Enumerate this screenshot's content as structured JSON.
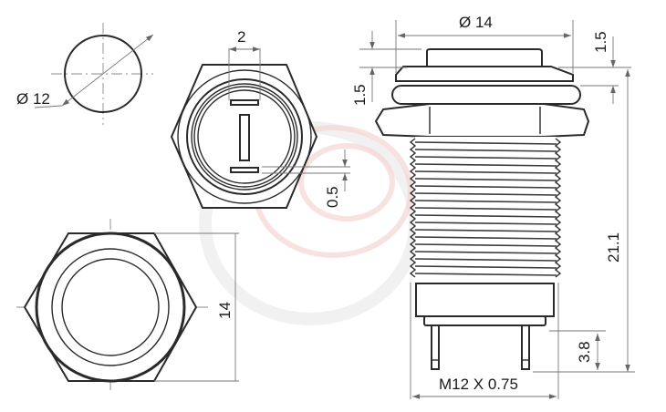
{
  "drawing": {
    "title": "Panel-mount push button dimensional drawing",
    "units": "mm",
    "colors": {
      "line": "#2a2a2a",
      "dimension": "#777777",
      "watermark": "#f3d4d4"
    }
  },
  "views": {
    "panel_cutout": {
      "label": "Ø 12",
      "diameter": 12
    },
    "top_view": {
      "terminal_width_label": "2",
      "terminal_thickness_label": "0.5"
    },
    "bottom_view": {
      "across_flats_label": "14"
    },
    "side_view": {
      "head_diameter_label": "Ø 14",
      "head_height_label": "1.5",
      "bezel_height_label": "1.5",
      "total_length_label": "21.1",
      "pin_length_label": "3.8",
      "thread_label": "M12 X 0.75"
    }
  }
}
